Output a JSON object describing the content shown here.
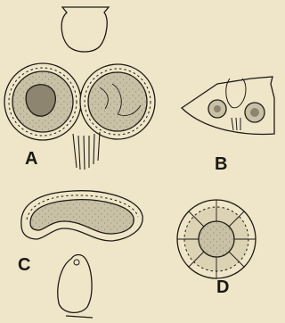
{
  "figure": {
    "background": "#efe6c9",
    "ink_color": "#1f1a14",
    "vacuole_fill": "#c9c1a6",
    "nucleus_fill": "#8d8570",
    "panels": [
      {
        "id": "A",
        "label": "A"
      },
      {
        "id": "B",
        "label": "B"
      },
      {
        "id": "C",
        "label": "C"
      },
      {
        "id": "D",
        "label": "D"
      }
    ]
  }
}
